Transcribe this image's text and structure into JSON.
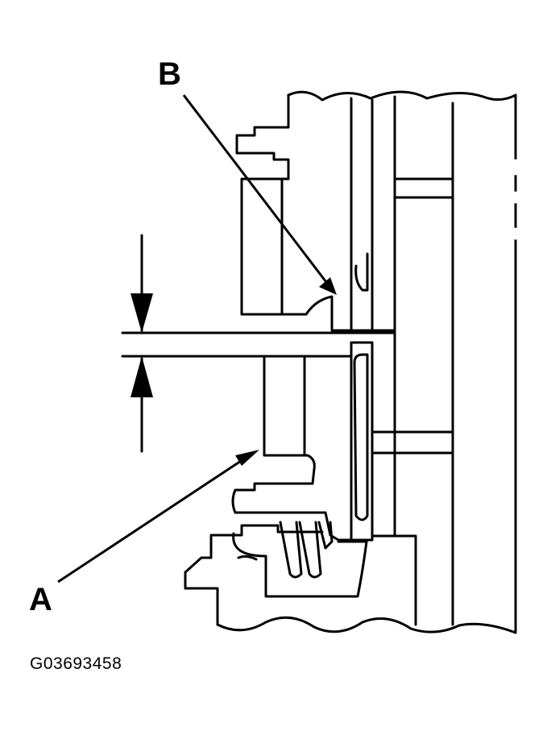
{
  "diagram": {
    "callouts": {
      "a": "A",
      "b": "B"
    },
    "figure_code": "G03693458",
    "colors": {
      "ink": "#000000",
      "paper": "#ffffff"
    }
  }
}
